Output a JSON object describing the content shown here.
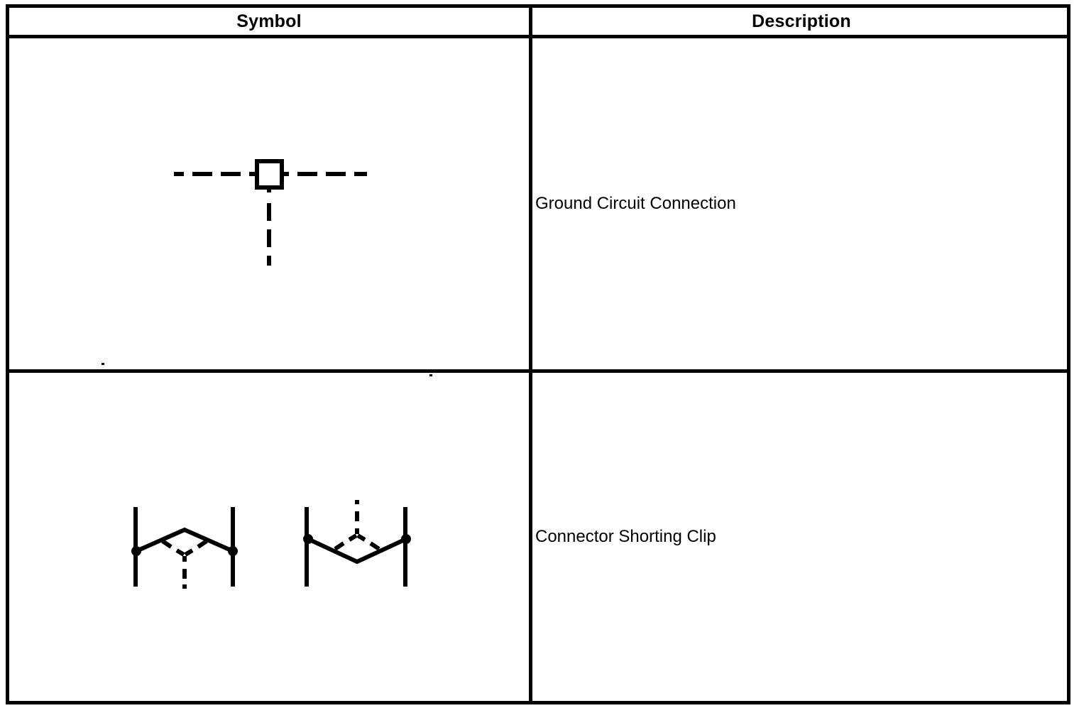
{
  "document": {
    "type": "symbol-legend-table",
    "title": "Symbol Legend"
  },
  "table": {
    "columns": [
      {
        "key": "symbol",
        "label": "Symbol"
      },
      {
        "key": "description",
        "label": "Description"
      }
    ],
    "rows": [
      {
        "symbol_name": "ground-circuit-connection-symbol",
        "description": "Ground Circuit Connection",
        "symbol_elements": [
          "horizontal dashed line",
          "open square connector body",
          "vertical dashed line downward"
        ]
      },
      {
        "symbol_name": "connector-shorting-clip-symbol",
        "description": "Connector Shorting Clip",
        "symbol_elements": [
          "pair of vertical terminal bars with dots (left clip, peak up)",
          "pair of vertical terminal bars with dots (right clip, valley down)",
          "dashed branch lines"
        ]
      }
    ]
  },
  "colors": {
    "ink": "#000000",
    "paper": "#ffffff"
  }
}
